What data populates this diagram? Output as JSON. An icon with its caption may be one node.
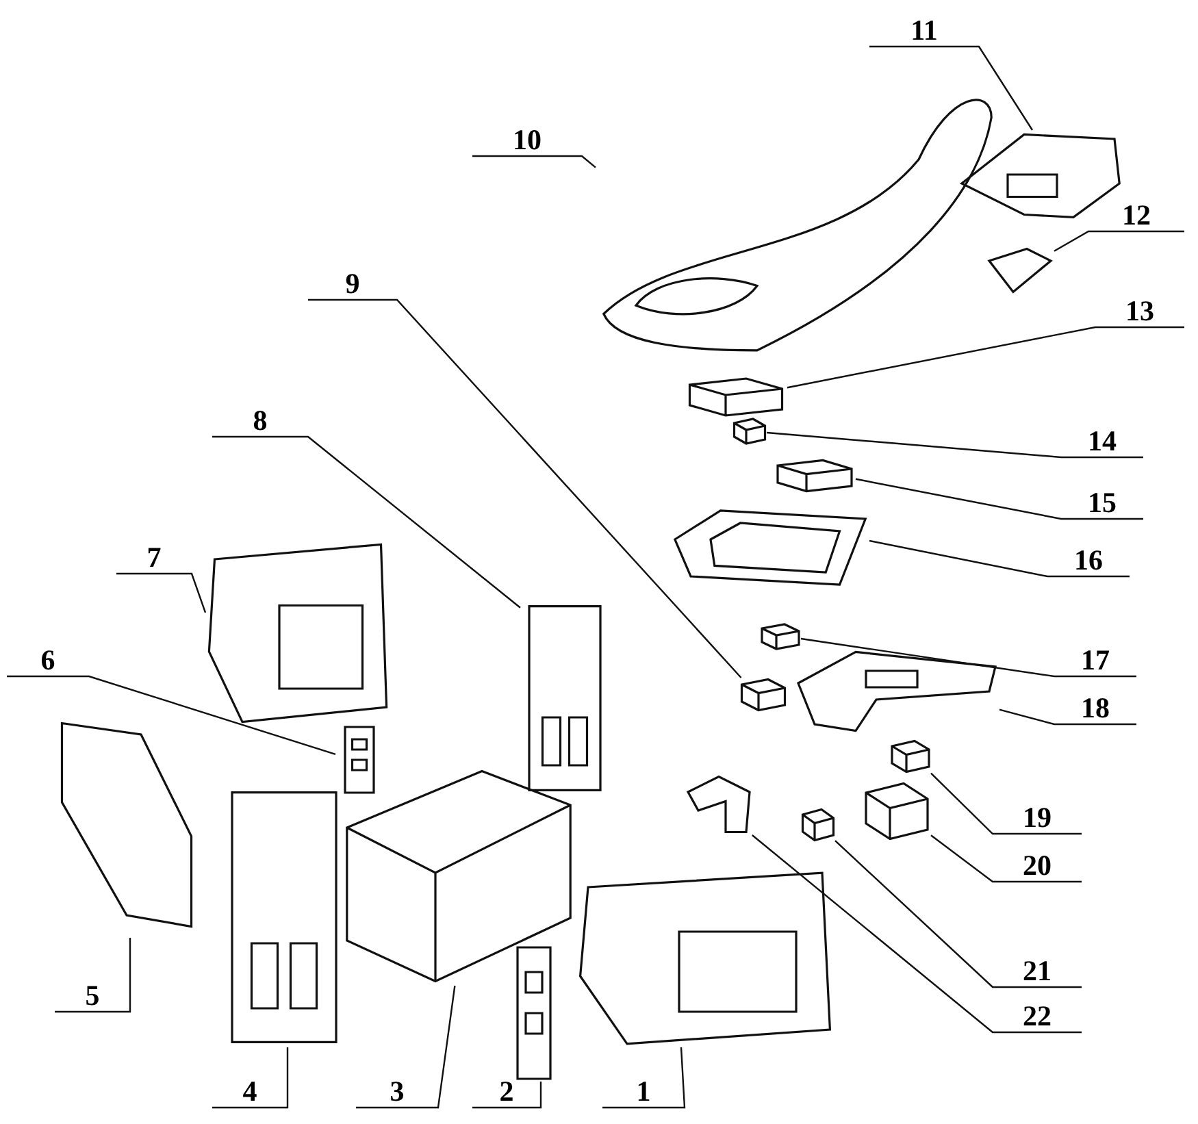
{
  "diagram": {
    "nodes": [
      {
        "text": [
          "1"
        ]
      },
      {
        "text": [
          "2"
        ]
      },
      {
        "text": [
          "3"
        ]
      },
      {
        "text": [
          "4"
        ]
      },
      {
        "text": [
          "5"
        ]
      },
      {
        "text": [
          "6"
        ]
      },
      {
        "text": [
          "7"
        ]
      },
      {
        "text": [
          "8"
        ]
      },
      {
        "text": [
          "9"
        ]
      },
      {
        "text": [
          "10"
        ]
      },
      {
        "text": [
          "11"
        ]
      },
      {
        "text": [
          "12"
        ]
      },
      {
        "text": [
          "13"
        ]
      },
      {
        "text": [
          "14"
        ]
      },
      {
        "text": [
          "15"
        ]
      },
      {
        "text": [
          "16"
        ]
      },
      {
        "text": [
          "17"
        ]
      },
      {
        "text": [
          "18"
        ]
      },
      {
        "text": [
          "19"
        ]
      },
      {
        "text": [
          "20"
        ]
      },
      {
        "text": [
          "21"
        ]
      },
      {
        "text": [
          "22"
        ]
      },
      {
        "text": [],
        "shape": "picture"
      },
      {
        "text": [],
        "shape": "picture"
      },
      {
        "text": [],
        "shape": "picture"
      },
      {
        "text": [],
        "shape": "picture"
      },
      {
        "text": [],
        "shape": "picture"
      },
      {
        "text": [],
        "shape": "picture"
      },
      {
        "text": [],
        "shape": "picture"
      },
      {
        "text": [],
        "shape": "picture"
      },
      {
        "text": [],
        "shape": "picture"
      },
      {
        "text": [],
        "shape": "picture"
      },
      {
        "text": [],
        "shape": "picture"
      },
      {
        "text": [],
        "shape": "picture"
      },
      {
        "text": [],
        "shape": "picture"
      },
      {
        "text": [],
        "shape": "picture"
      },
      {
        "text": [],
        "shape": "picture"
      },
      {
        "text": [],
        "shape": "picture"
      },
      {
        "text": [],
        "shape": "picture"
      },
      {
        "text": [],
        "shape": "picture"
      },
      {
        "text": [],
        "shape": "picture"
      },
      {
        "text": [],
        "shape": "picture"
      },
      {
        "text": [],
        "shape": "picture"
      },
      {
        "text": [],
        "shape": "picture"
      }
    ],
    "edges": [
      {
        "from": 0,
        "to": 22,
        "arrow": "none"
      },
      {
        "from": 1,
        "to": 23,
        "arrow": "none"
      },
      {
        "from": 2,
        "to": 24,
        "arrow": "none"
      },
      {
        "from": 3,
        "to": 25,
        "arrow": "none"
      },
      {
        "from": 4,
        "to": 26,
        "arrow": "none"
      },
      {
        "from": 5,
        "to": 27,
        "arrow": "none"
      },
      {
        "from": 6,
        "to": 28,
        "arrow": "none"
      },
      {
        "from": 7,
        "to": 29,
        "arrow": "none"
      },
      {
        "from": 8,
        "to": 30,
        "arrow": "none"
      },
      {
        "from": 9,
        "to": 31,
        "arrow": "none"
      },
      {
        "from": 10,
        "to": 32,
        "arrow": "none"
      },
      {
        "from": 11,
        "to": 33,
        "arrow": "none"
      },
      {
        "from": 12,
        "to": 34,
        "arrow": "none"
      },
      {
        "from": 13,
        "to": 35,
        "arrow": "none"
      },
      {
        "from": 14,
        "to": 36,
        "arrow": "none"
      },
      {
        "from": 15,
        "to": 37,
        "arrow": "none"
      },
      {
        "from": 16,
        "to": 38,
        "arrow": "none"
      },
      {
        "from": 17,
        "to": 39,
        "arrow": "none"
      },
      {
        "from": 18,
        "to": 40,
        "arrow": "none"
      },
      {
        "from": 19,
        "to": 41,
        "arrow": "none"
      },
      {
        "from": 20,
        "to": 42,
        "arrow": "none"
      },
      {
        "from": 21,
        "to": 43,
        "arrow": "none"
      }
    ]
  }
}
